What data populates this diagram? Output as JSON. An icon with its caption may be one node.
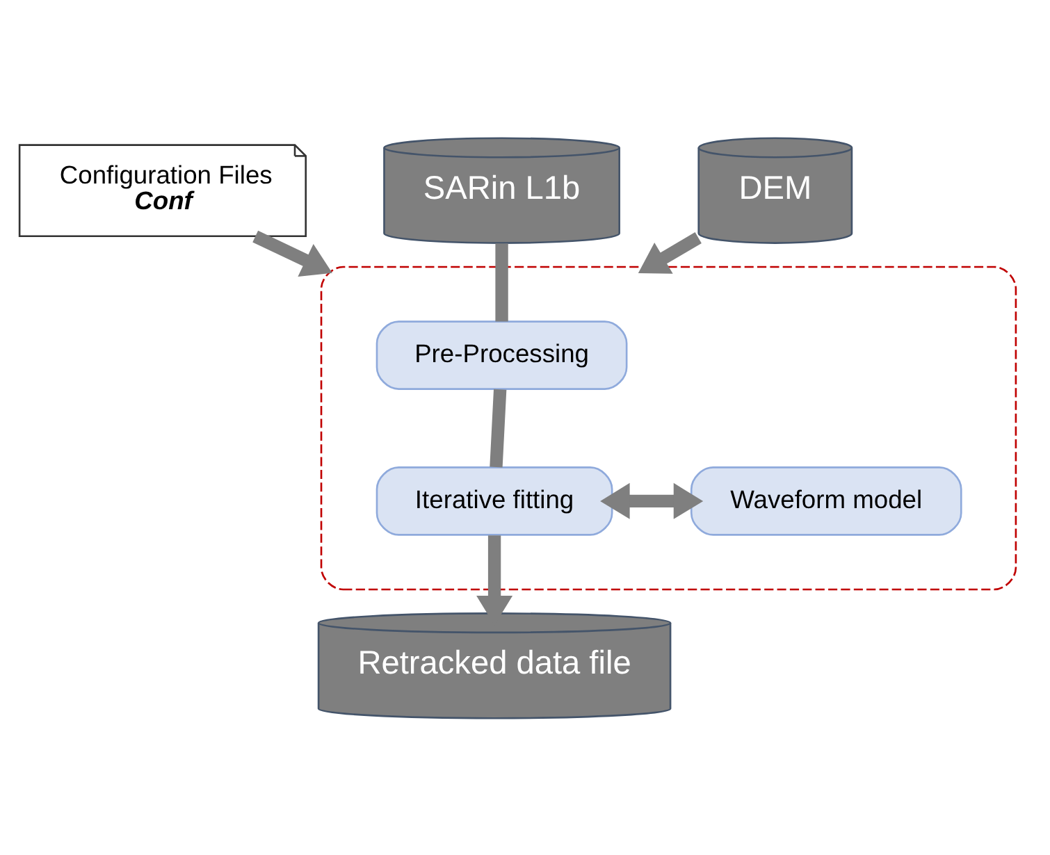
{
  "diagram": {
    "nodes": [
      {
        "text": [
          "Configuration Files",
          "Conf"
        ]
      },
      {
        "text": [
          "SARin L1b"
        ]
      },
      {
        "text": [
          "DEM"
        ]
      },
      {
        "text": [],
        "shape": "box"
      },
      {
        "text": [
          "Pre-Processing"
        ],
        "in": 3
      },
      {
        "text": [
          "Iterative fitting"
        ],
        "in": 3
      },
      {
        "text": [
          "Waveform model"
        ],
        "in": 3
      },
      {
        "text": [
          "Retracked data file"
        ]
      }
    ],
    "edges": [
      {
        "from": 0,
        "to": 3,
        "arrow": "to"
      },
      {
        "from": 2,
        "to": 3,
        "arrow": "to"
      },
      {
        "from": 1,
        "to": 4,
        "arrow": "none"
      },
      {
        "from": 4,
        "to": 5,
        "arrow": "none"
      },
      {
        "from": 5,
        "to": 7,
        "arrow": "to"
      },
      {
        "from": 5,
        "to": 6,
        "arrow": "both"
      }
    ]
  }
}
